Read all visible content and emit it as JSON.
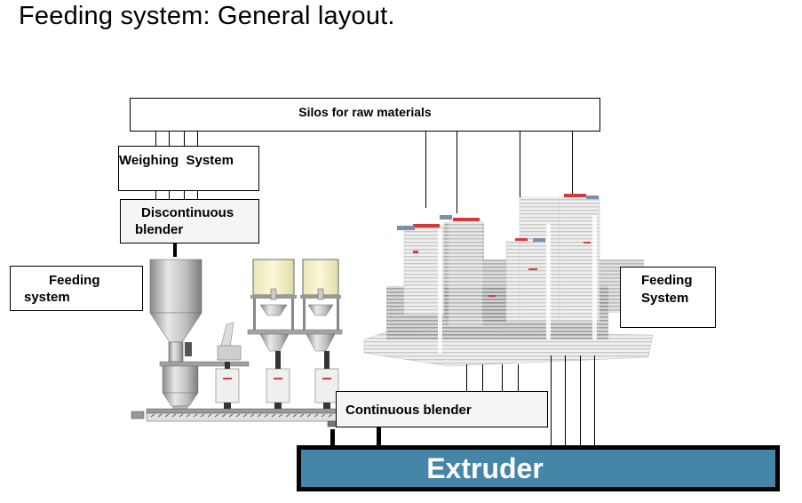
{
  "title": "Feeding system: General layout.",
  "blocks": {
    "silos": "Silos for raw materials",
    "weighing": "Weighing  System",
    "discontinuous_blender": {
      "line1": "Discontinuous",
      "line2": "blender"
    },
    "feeding_left": {
      "line1": "Feeding",
      "line2": "system"
    },
    "feeding_right": {
      "line1": "Feeding",
      "line2": "System"
    },
    "continuous_blender": "Continuous blender",
    "extruder": "Extruder"
  },
  "colors": {
    "extruder_fill": "#4585a8",
    "extruder_border": "#000000",
    "extruder_text": "#ffffff",
    "box_border": "#000000",
    "machine_accent": "#d33a3a",
    "bag_fill": "#f6f2c4"
  },
  "images": {
    "left_machine": "Discontinuous feeding machine (hopper, two big-bag stations, loss-in-weight feeders, screw conveyor)",
    "right_machine": "Continuous gravimetric feeding station with multiple hoppers"
  }
}
